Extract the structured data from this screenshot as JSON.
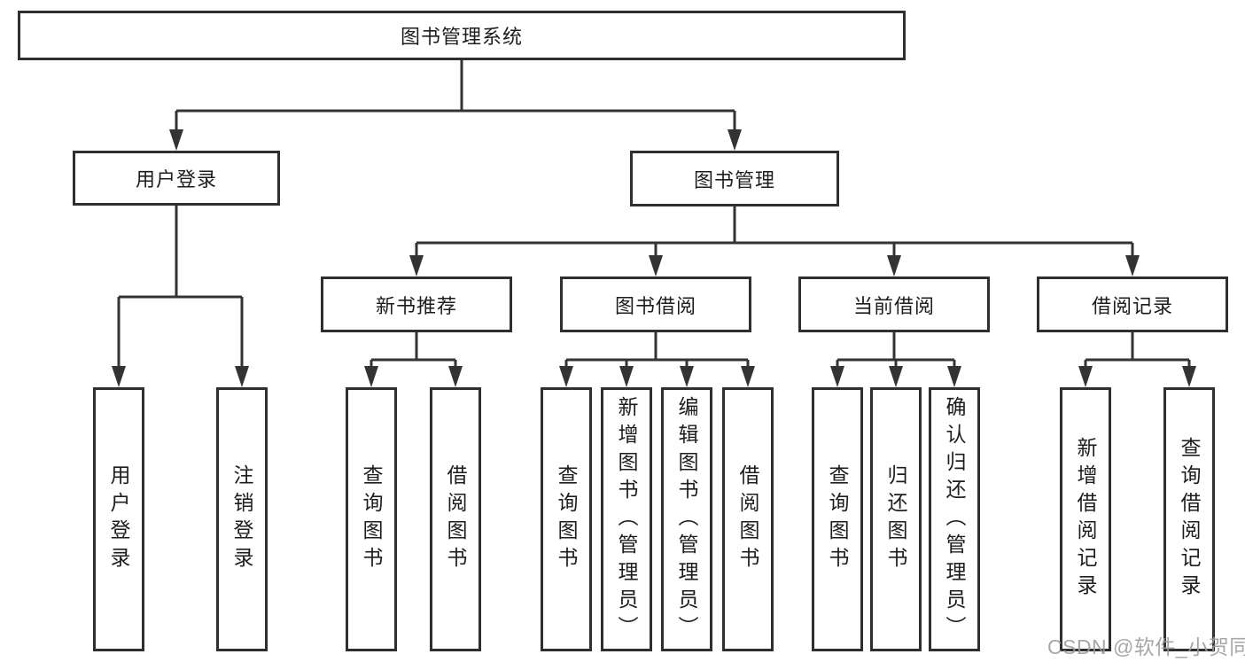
{
  "diagram": {
    "root": "图书管理系统",
    "level2": {
      "user_login": "用户登录",
      "book_mgmt": "图书管理"
    },
    "level3": {
      "new_book": "新书推荐",
      "borrowing": "图书借阅",
      "current": "当前借阅",
      "records": "借阅记录"
    },
    "leaves": {
      "login": "用户登录",
      "logout": "注销登录",
      "nb_query": "查询图书",
      "nb_borrow": "借阅图书",
      "bw_query": "查询图书",
      "bw_add": "新增图书（管理员）",
      "bw_edit": "编辑图书（管理员）",
      "bw_borrow": "借阅图书",
      "cb_query": "查询图书",
      "cb_return": "归还图书",
      "cb_confirm": "确认归还（管理员）",
      "rc_add": "新增借阅记录",
      "rc_query": "查询借阅记录"
    }
  },
  "watermark": "CSDN @软件_小贺同学",
  "colors": {
    "line": "#333333",
    "box_border": "#2f2f2f",
    "text": "#1d1d1d",
    "watermark": "#9c9c9c",
    "background": "#ffffff"
  }
}
